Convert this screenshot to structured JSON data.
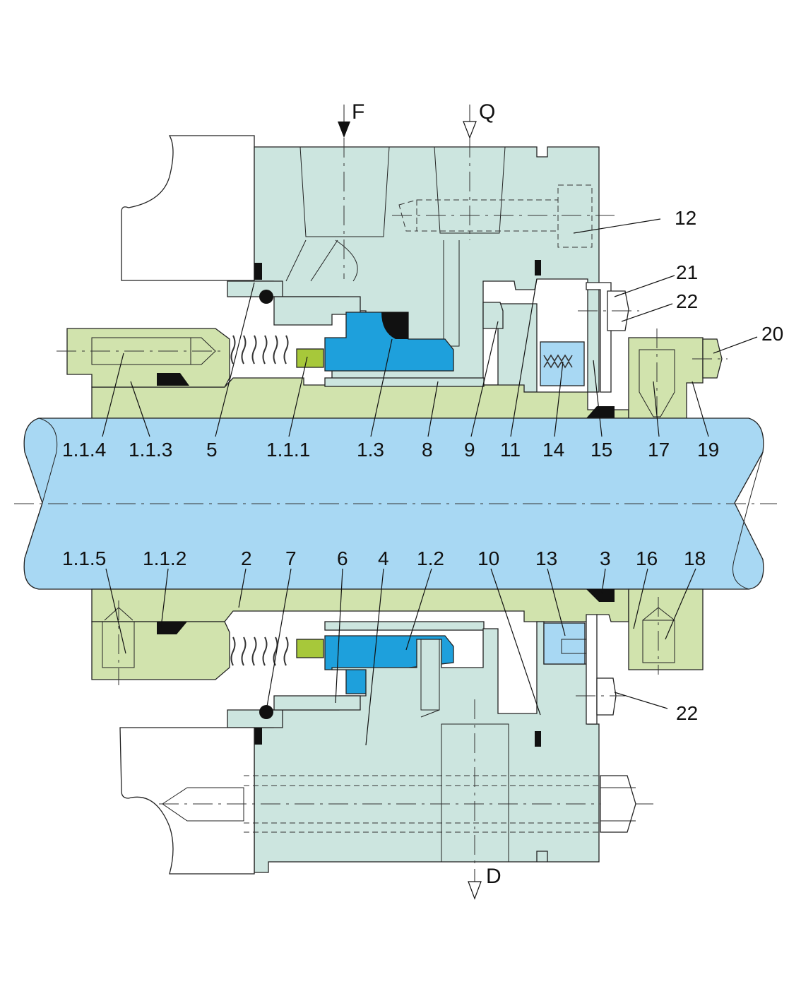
{
  "colors": {
    "housing": "#cce5df",
    "sleeve": "#d1e3ad",
    "shaft": "#a8d8f3",
    "seal_face": "#1ea0dc",
    "drive_pin": "#a7c83a",
    "oring": "#111111"
  },
  "flow_labels": {
    "flush": "F",
    "quench": "Q",
    "drain": "D"
  },
  "labels_top": [
    {
      "id": "1.1.4",
      "text": "1.1.4"
    },
    {
      "id": "1.1.3",
      "text": "1.1.3"
    },
    {
      "id": "5",
      "text": "5"
    },
    {
      "id": "1.1.1",
      "text": "1.1.1"
    },
    {
      "id": "1.3",
      "text": "1.3"
    },
    {
      "id": "8",
      "text": "8"
    },
    {
      "id": "9",
      "text": "9"
    },
    {
      "id": "11",
      "text": "11"
    },
    {
      "id": "14",
      "text": "14"
    },
    {
      "id": "15",
      "text": "15"
    },
    {
      "id": "17",
      "text": "17"
    },
    {
      "id": "19",
      "text": "19"
    }
  ],
  "labels_bottom": [
    {
      "id": "1.1.5",
      "text": "1.1.5"
    },
    {
      "id": "1.1.2",
      "text": "1.1.2"
    },
    {
      "id": "2",
      "text": "2"
    },
    {
      "id": "7",
      "text": "7"
    },
    {
      "id": "6",
      "text": "6"
    },
    {
      "id": "4",
      "text": "4"
    },
    {
      "id": "1.2",
      "text": "1.2"
    },
    {
      "id": "10",
      "text": "10"
    },
    {
      "id": "13",
      "text": "13"
    },
    {
      "id": "3",
      "text": "3"
    },
    {
      "id": "16",
      "text": "16"
    },
    {
      "id": "18",
      "text": "18"
    }
  ],
  "labels_side": [
    {
      "id": "12",
      "text": "12"
    },
    {
      "id": "21",
      "text": "21"
    },
    {
      "id": "22a",
      "text": "22"
    },
    {
      "id": "20",
      "text": "20"
    },
    {
      "id": "22b",
      "text": "22"
    }
  ]
}
